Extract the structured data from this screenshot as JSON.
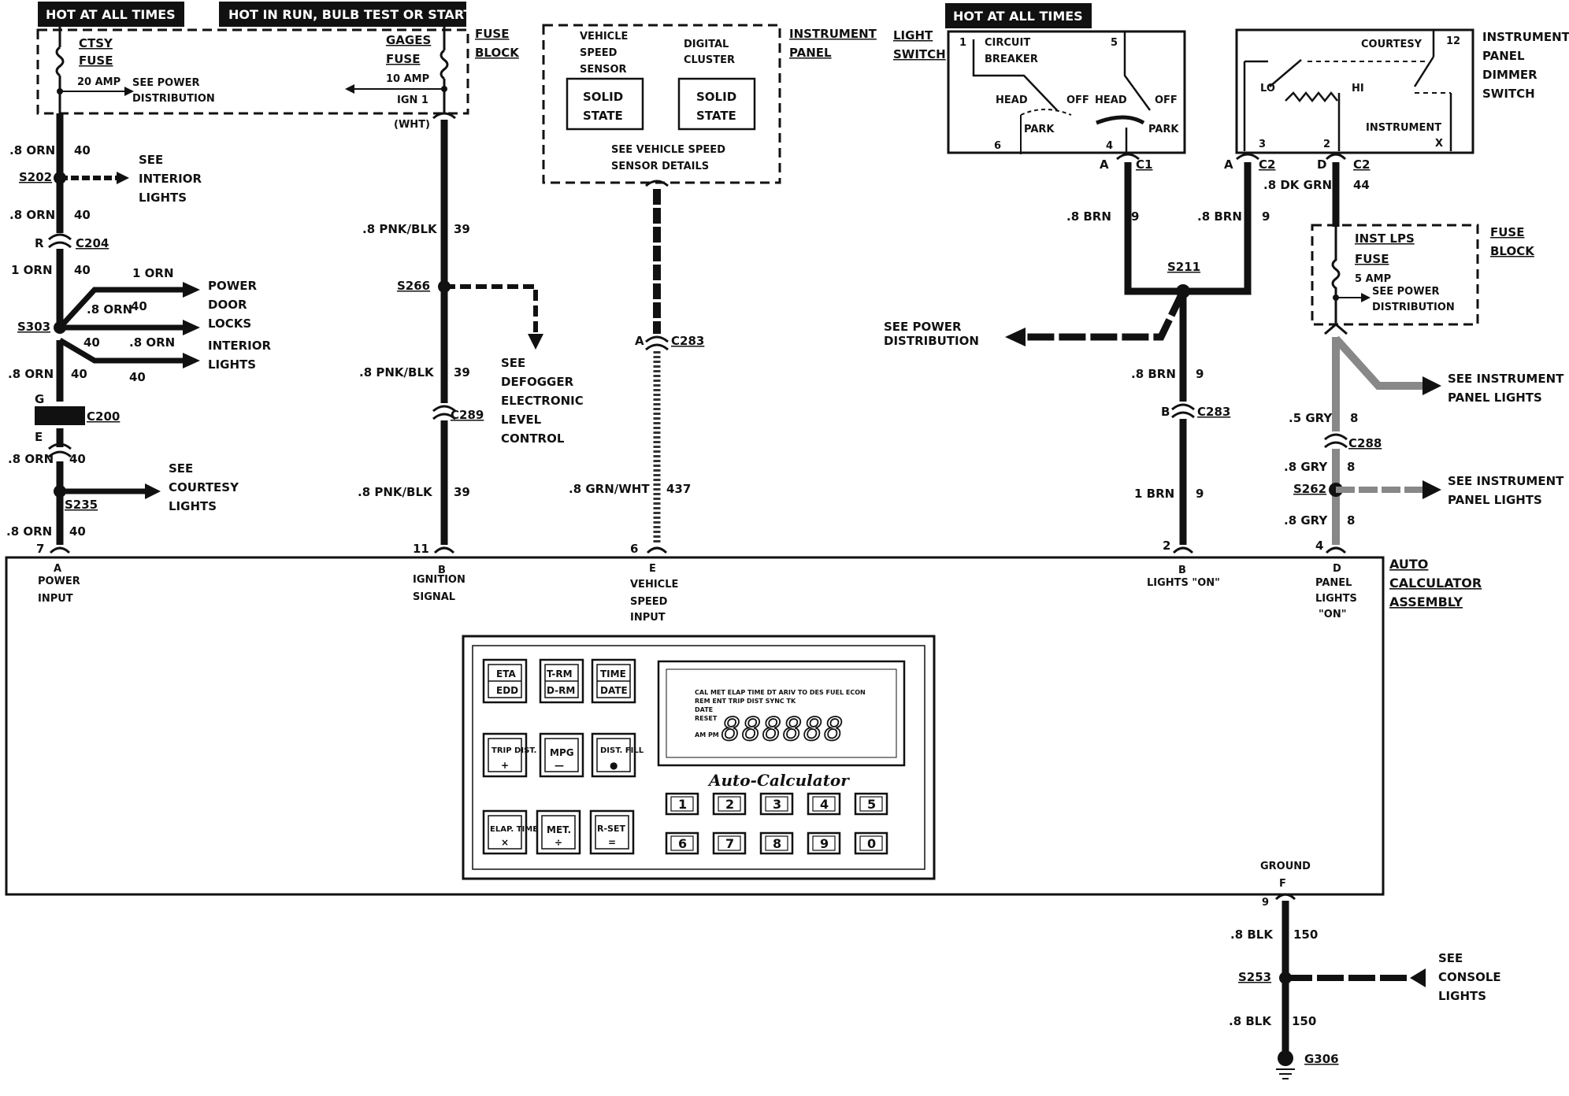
{
  "banners": {
    "hot_all_left": "HOT AT ALL TIMES",
    "hot_run": "HOT IN RUN, BULB TEST OR START",
    "hot_all_right": "HOT AT ALL TIMES"
  },
  "fuse_block_top": {
    "title_1": "FUSE",
    "title_2": "BLOCK",
    "ctsy_1": "CTSY",
    "ctsy_2": "FUSE",
    "ctsy_amp": "20 AMP",
    "see_power_1": "SEE POWER",
    "see_power_2": "DISTRIBUTION",
    "gages_1": "GAGES",
    "gages_2": "FUSE",
    "gages_amp": "10 AMP",
    "ign": "IGN 1",
    "wht": "(WHT)"
  },
  "instrument_panel": {
    "title_1": "INSTRUMENT",
    "title_2": "PANEL",
    "vss_1": "VEHICLE",
    "vss_2": "SPEED",
    "vss_3": "SENSOR",
    "dc_1": "DIGITAL",
    "dc_2": "CLUSTER",
    "solid": "SOLID",
    "state": "STATE",
    "see_vss_1": "SEE VEHICLE SPEED",
    "see_vss_2": "SENSOR DETAILS"
  },
  "light_switch": {
    "title_1": "LIGHT",
    "title_2": "SWITCH",
    "cb_1": "CIRCUIT",
    "cb_2": "BREAKER",
    "head": "HEAD",
    "off": "OFF",
    "park": "PARK",
    "pin1": "1",
    "pin5": "5",
    "pin6": "6",
    "pin4": "4",
    "conn_letter": "A",
    "conn": "C1"
  },
  "dimmer": {
    "title_1": "INSTRUMENT",
    "title_2": "PANEL",
    "title_3": "DIMMER",
    "title_4": "SWITCH",
    "courtesy": "COURTESY",
    "pin12": "12",
    "lo": "LO",
    "hi": "HI",
    "instrument": "INSTRUMENT",
    "x": "X",
    "pin3": "3",
    "pin2": "2",
    "conn_a": "A",
    "conn_d": "D",
    "c2": "C2"
  },
  "fuse_block_right": {
    "title_1": "FUSE",
    "title_2": "BLOCK",
    "inst_1": "INST LPS",
    "inst_2": "FUSE",
    "amp": "5 AMP",
    "see_1": "SEE POWER",
    "see_2": "DISTRIBUTION"
  },
  "circuit_a": {
    "w1": ".8 ORN",
    "n1": "40",
    "s202": "S202",
    "see_int_1": "SEE",
    "see_int_2": "INTERIOR",
    "see_int_3": "LIGHTS",
    "w2": ".8 ORN",
    "n2": "40",
    "r": "R",
    "c204": "C204",
    "w3": "1 ORN",
    "n3": "40",
    "w3b": "1 ORN",
    "pdl_1": "POWER",
    "pdl_2": "DOOR",
    "pdl_3": "LOCKS",
    "w_pdl": ".8 ORN",
    "n_pdl": "40",
    "s303": "S303",
    "n_int": "40",
    "w_int": ".8 ORN",
    "il_1": "INTERIOR",
    "il_2": "LIGHTS",
    "w4": ".8 ORN",
    "n4": "40",
    "n4b": "40",
    "g": "G",
    "c200": "C200",
    "e": "E",
    "w5": ".8 ORN",
    "n5": "40",
    "see_c_1": "SEE",
    "see_c_2": "COURTESY",
    "see_c_3": "LIGHTS",
    "s235": "S235",
    "w6": ".8 ORN",
    "n6": "40",
    "pin": "7"
  },
  "circuit_b": {
    "w1": ".8 PNK/BLK",
    "n1": "39",
    "s266": "S266",
    "see_1": "SEE",
    "see_2": "DEFOGGER",
    "see_3": "ELECTRONIC",
    "see_4": "LEVEL",
    "see_5": "CONTROL",
    "w2": ".8 PNK/BLK",
    "n2": "39",
    "c289": "C289",
    "w3": ".8 PNK/BLK",
    "n3": "39",
    "pin": "11"
  },
  "circuit_e": {
    "a": "A",
    "c283": "C283",
    "w": ".8 GRN/WHT",
    "n": "437",
    "pin": "6"
  },
  "circuit_lights": {
    "w1": ".8 BRN",
    "n1": "9",
    "w2": ".8 BRN",
    "n2": "9",
    "s211": "S211",
    "see_pd_1": "SEE POWER",
    "see_pd_2": "DISTRIBUTION",
    "w3": ".8 BRN",
    "n3": "9",
    "b": "B",
    "c283": "C283",
    "w4": "1 BRN",
    "n4": "9",
    "pin": "2"
  },
  "circuit_panel": {
    "w1": ".8 DK GRN",
    "n1": "44",
    "w2": ".5 GRY",
    "n2": "8",
    "c288": "C288",
    "see_ipl_1": "SEE INSTRUMENT",
    "see_ipl_2": "PANEL LIGHTS",
    "w3": ".8 GRY",
    "n3": "8",
    "s262": "S262",
    "see_ipl2_1": "SEE INSTRUMENT",
    "see_ipl2_2": "PANEL LIGHTS",
    "w4": ".8 GRY",
    "n4": "8",
    "pin": "4"
  },
  "assembly": {
    "title_1": "AUTO",
    "title_2": "CALCULATOR",
    "title_3": "ASSEMBLY",
    "a_1": "A",
    "a_2": "POWER",
    "a_3": "INPUT",
    "b_1": "B",
    "b_2": "IGNITION",
    "b_3": "SIGNAL",
    "e_1": "E",
    "e_2": "VEHICLE",
    "e_3": "SPEED",
    "e_4": "INPUT",
    "lb_1": "B",
    "lb_2": "LIGHTS \"ON\"",
    "d_1": "D",
    "d_2": "PANEL",
    "d_3": "LIGHTS",
    "d_4": "\"ON\"",
    "ground": "GROUND",
    "f": "F"
  },
  "calculator": {
    "keys": [
      {
        "top": "ETA",
        "bottom": "EDD"
      },
      {
        "top": "T-RM",
        "bottom": "D-RM"
      },
      {
        "top": "TIME",
        "bottom": "DATE"
      },
      {
        "top": "TRIP DIST.",
        "bottom": "+"
      },
      {
        "top": "MPG",
        "bottom": "—"
      },
      {
        "top": "DIST. FILL",
        "bottom": "●"
      },
      {
        "top": "ELAP. TIME",
        "bottom": "×"
      },
      {
        "top": "MET.",
        "bottom": "÷"
      },
      {
        "top": "R-SET",
        "bottom": "="
      }
    ],
    "num_keys": [
      "1",
      "2",
      "3",
      "4",
      "5",
      "6",
      "7",
      "8",
      "9",
      "0"
    ],
    "display_row1": "CAL MET ELAP TIME DT ARIV TO DES FUEL ECON",
    "display_row2": "REM ENT TRIP DIST SYNC TK",
    "display_side_1": "DATE",
    "display_side_2": "RESET",
    "display_side_3": "AM PM",
    "display_digits": "888888",
    "brand": "Auto-Calculator"
  },
  "ground_circuit": {
    "pin": "9",
    "w1": ".8 BLK",
    "n1": "150",
    "s253": "S253",
    "see_1": "SEE",
    "see_2": "CONSOLE",
    "see_3": "LIGHTS",
    "w2": ".8 BLK",
    "n2": "150",
    "g306": "G306"
  }
}
